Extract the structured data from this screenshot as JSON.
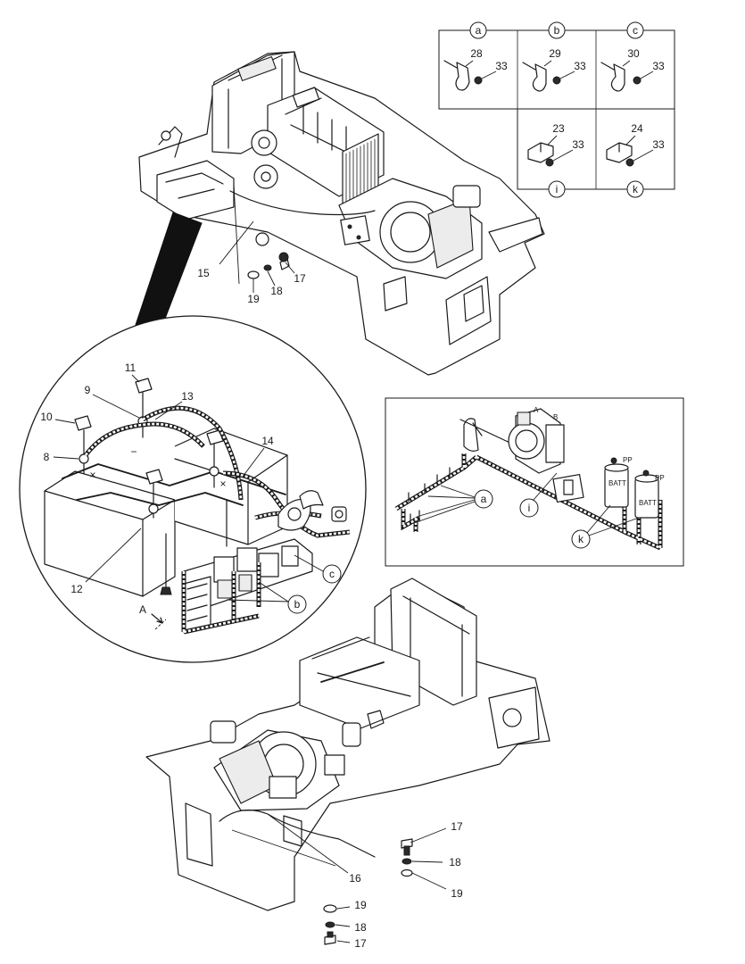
{
  "callouts": {
    "n8": "8",
    "n9": "9",
    "n10": "10",
    "n11": "11",
    "n12": "12",
    "n13": "13",
    "n14": "14",
    "n15": "15",
    "n16": "16",
    "n17_top": "17",
    "n18_top": "18",
    "n19_top": "19",
    "n17_mid": "17",
    "n18_mid": "18",
    "n19_mid": "19",
    "n17_bot": "17",
    "n18_bot": "18",
    "n19_bot": "19",
    "n28": "28",
    "n29": "29",
    "n30": "30",
    "n23": "23",
    "n24": "24",
    "n33_a": "33",
    "n33_b": "33",
    "n33_c": "33",
    "n33_i": "33",
    "n33_k": "33"
  },
  "detail_letters": {
    "a_table": "a",
    "b_table": "b",
    "c_table": "c",
    "i_table": "i",
    "k_table": "k",
    "a_inset": "a",
    "i_inset": "i",
    "k_inset": "k",
    "b_circle": "b",
    "c_circle": "c",
    "view_a": "A"
  },
  "battery_marks": {
    "minus": "−",
    "plus_left": "×",
    "plus_right": "×"
  },
  "inset_labels": {
    "pp1": "PP",
    "pp2": "PP",
    "batt1": "BATT",
    "batt2": "BATT",
    "tag_a": "A",
    "tag_b": "B"
  }
}
